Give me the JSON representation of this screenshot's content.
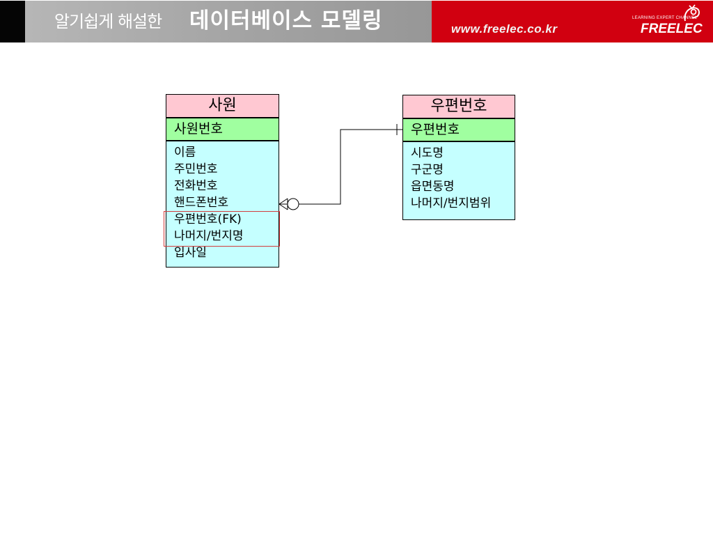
{
  "banner": {
    "subtitle": "알기쉽게 해설한",
    "title": "데이터베이스 모델링",
    "url": "www.freelec.co.kr",
    "brand_tagline": "LEARNING EXPERT CHANNEL",
    "brand_name": "FREELEC",
    "colors": {
      "left_block": "#050505",
      "title_bar": "#a8a8a8",
      "brand_bar": "#d10010"
    }
  },
  "diagram": {
    "entities": [
      {
        "id": "employee",
        "title": "사원",
        "key": "사원번호",
        "attributes": [
          "이름",
          "주민번호",
          "전화번호",
          "핸드폰번호",
          "우편번호(FK)",
          "나머지/번지명",
          "입사일"
        ],
        "highlighted_attributes": [
          "우편번호(FK)",
          "나머지/번지명"
        ]
      },
      {
        "id": "zipcode",
        "title": "우편번호",
        "key": "우편번호",
        "attributes": [
          "시도명",
          "구군명",
          "읍면동명",
          "나머지/번지범위"
        ]
      }
    ],
    "relationships": [
      {
        "from": "zipcode",
        "to": "employee",
        "from_cardinality": "one",
        "to_cardinality": "zero-or-many"
      }
    ],
    "colors": {
      "title_fill": "#ffc8d2",
      "key_fill": "#a0ffa0",
      "attributes_fill": "#c5ffff",
      "highlight_border": "#d23c3c"
    }
  }
}
